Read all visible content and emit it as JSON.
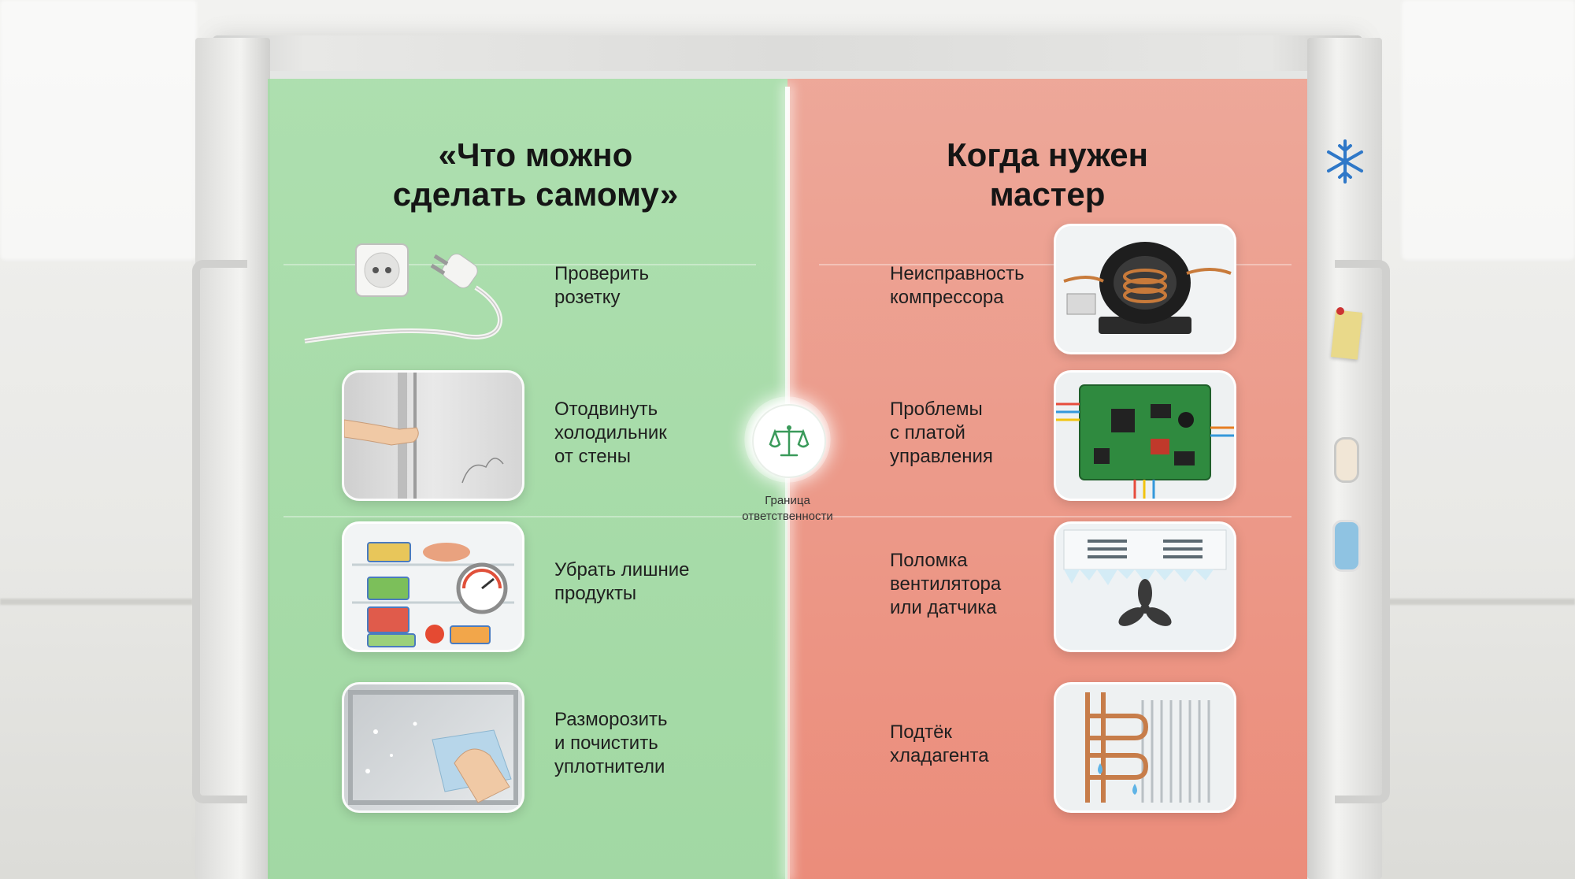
{
  "left_column": {
    "heading": "«Что можно\nсделать самому»",
    "items": [
      {
        "label": "Проверить\nрозетку",
        "icon": "socket-plug-icon"
      },
      {
        "label": "Отодвинуть\nхолодильник\nот стены",
        "icon": "fridge-door-hand-icon"
      },
      {
        "label": "Убрать лишние\nпродукты",
        "icon": "food-shelves-thermometer-icon"
      },
      {
        "label": "Разморозить\nи почистить\nуплотнители",
        "icon": "wipe-seal-cloth-icon"
      }
    ]
  },
  "right_column": {
    "heading": "Когда нужен\nмастер",
    "items": [
      {
        "label": "Неисправность\nкомпрессора",
        "icon": "compressor-icon"
      },
      {
        "label": "Проблемы\nс платой\nуправления",
        "icon": "control-board-icon"
      },
      {
        "label": "Поломка\nвентилятора\nили датчика",
        "icon": "fan-sensor-icon"
      },
      {
        "label": "Подтёк\nхладагента",
        "icon": "refrigerant-leak-icon"
      }
    ]
  },
  "center": {
    "icon": "scales-icon",
    "caption": "Граница\nответственности"
  },
  "colors": {
    "left_tint": "#9edda0",
    "right_tint": "#f0947f",
    "accent_green": "#3a9a5a"
  }
}
